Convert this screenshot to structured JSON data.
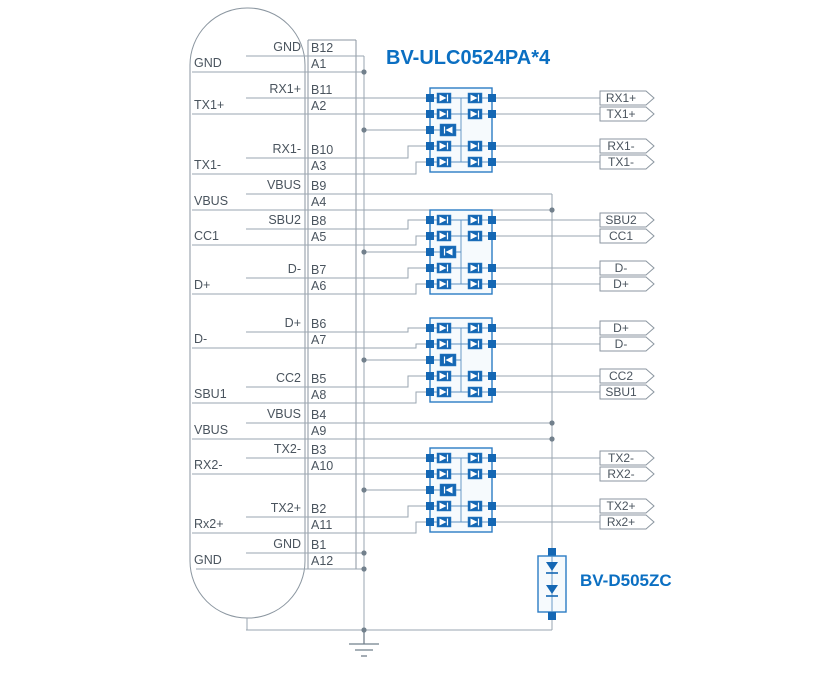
{
  "title": "BV-ULC0524PA*4",
  "diode_label": "BV-D505ZC",
  "colors": {
    "accent_blue": "#0b6fc2",
    "component_blue": "#1467b4",
    "wire_gray": "#9aa6b0",
    "text_gray": "#4a545e"
  },
  "connector": {
    "type": "USB Type-C plug",
    "pins": [
      {
        "b_pin": "B12",
        "b_fn": "GND",
        "a_pin": "A1",
        "a_fn": "GND"
      },
      {
        "b_pin": "B11",
        "b_fn": "RX1+",
        "a_pin": "A2",
        "a_fn": "TX1+"
      },
      {
        "b_pin": "B10",
        "b_fn": "RX1-",
        "a_pin": "A3",
        "a_fn": "TX1-"
      },
      {
        "b_pin": "B9",
        "b_fn": "VBUS",
        "a_pin": "A4",
        "a_fn": "VBUS"
      },
      {
        "b_pin": "B8",
        "b_fn": "SBU2",
        "a_pin": "A5",
        "a_fn": "CC1"
      },
      {
        "b_pin": "B7",
        "b_fn": "D-",
        "a_pin": "A6",
        "a_fn": "D+"
      },
      {
        "b_pin": "B6",
        "b_fn": "D+",
        "a_pin": "A7",
        "a_fn": "D-"
      },
      {
        "b_pin": "B5",
        "b_fn": "CC2",
        "a_pin": "A8",
        "a_fn": "SBU1"
      },
      {
        "b_pin": "B4",
        "b_fn": "VBUS",
        "a_pin": "A9",
        "a_fn": "VBUS"
      },
      {
        "b_pin": "B3",
        "b_fn": "TX2-",
        "a_pin": "A10",
        "a_fn": "RX2-"
      },
      {
        "b_pin": "B2",
        "b_fn": "TX2+",
        "a_pin": "A11",
        "a_fn": "Rx2+"
      },
      {
        "b_pin": "B1",
        "b_fn": "GND",
        "a_pin": "A12",
        "a_fn": "GND"
      }
    ]
  },
  "outputs": [
    "RX1+",
    "TX1+",
    "RX1-",
    "TX1-",
    "SBU2",
    "CC1",
    "D-",
    "D+",
    "D+",
    "D-",
    "CC2",
    "SBU1",
    "TX2-",
    "RX2-",
    "TX2+",
    "Rx2+"
  ]
}
